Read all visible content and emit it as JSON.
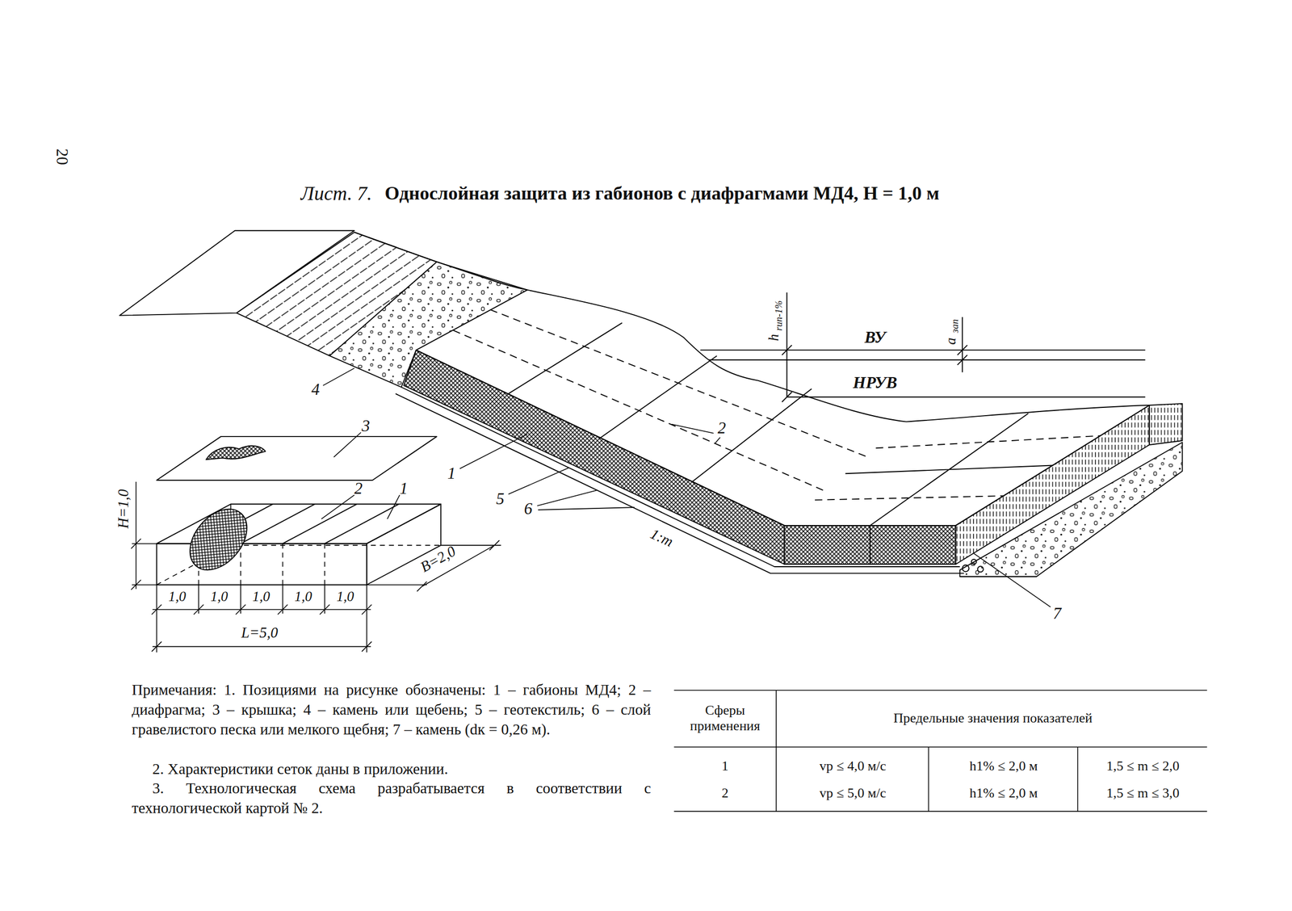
{
  "diagram": {
    "title": "Однослойная защита из габионов с диафрагмами МД4, H = 1,0 м",
    "labels": [
      "20",
      "Лист. 7.",
      "h",
      "run-1%",
      "ВУ",
      "a",
      "зап",
      "НРУВ",
      "4",
      "3",
      "2",
      "1",
      "H=1,0",
      "1",
      "5",
      "6",
      "2",
      "1:m",
      "B=2,0",
      "1,0",
      "1,0",
      "1,0",
      "1,0",
      "1,0",
      "L=5,0",
      "7",
      "Примечания: 1. Позициями на рисунке обозначены: 1 – габионы МД4; 2 – диафрагма; 3 – крышка; 4 – камень или щебень; 5 – геотекстиль; 6 – слой гравелистого песка или мелкого щебня; 7 – камень (dк = 0,26 м).",
      "2. Характеристики сеток даны в приложении.",
      "3. Технологическая схема разрабатывается в соответствии с технологической картой № 2.",
      "Сферы применения",
      "Предельные значения показателей",
      "1",
      "vр ≤ 4,0 м/с",
      "h1% ≤ 2,0 м",
      "1,5 ≤ m ≤ 2,0",
      "2",
      "vр ≤ 5,0 м/с",
      "h1% ≤ 2,0 м",
      "1,5 ≤ m ≤ 3,0"
    ]
  }
}
